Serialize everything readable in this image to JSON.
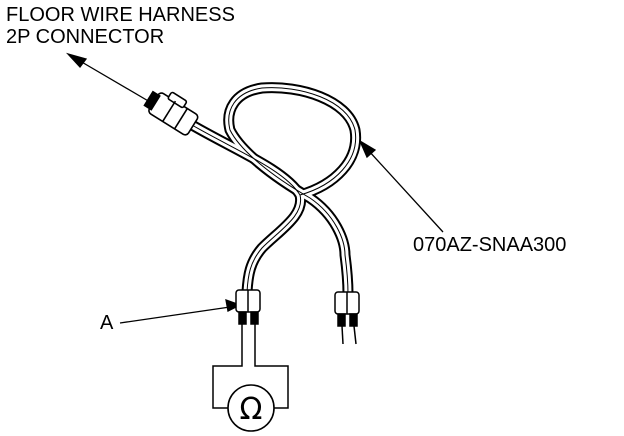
{
  "labels": {
    "connector_line1": "FLOOR WIRE HARNESS",
    "connector_line2": "2P CONNECTOR",
    "part_number": "070AZ-SNAA300",
    "callout_a": "A",
    "ohmmeter_symbol": "Ω"
  },
  "colors": {
    "ink": "#000000",
    "paper": "#ffffff"
  }
}
